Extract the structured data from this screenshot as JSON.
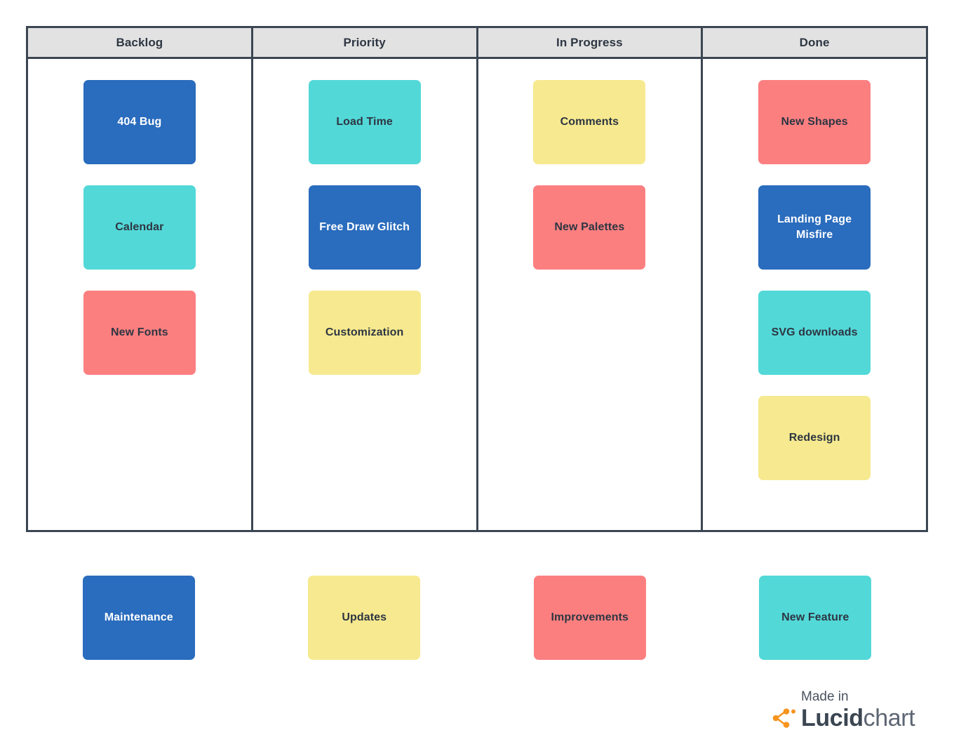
{
  "board": {
    "columns": [
      {
        "title": "Backlog",
        "cards": [
          {
            "label": "404 Bug",
            "color": "blue"
          },
          {
            "label": "Calendar",
            "color": "teal"
          },
          {
            "label": "New Fonts",
            "color": "salmon"
          }
        ]
      },
      {
        "title": "Priority",
        "cards": [
          {
            "label": "Load Time",
            "color": "teal"
          },
          {
            "label": "Free Draw Glitch",
            "color": "blue"
          },
          {
            "label": "Customization",
            "color": "yellow"
          }
        ]
      },
      {
        "title": "In Progress",
        "cards": [
          {
            "label": "Comments",
            "color": "yellow"
          },
          {
            "label": "New Palettes",
            "color": "salmon"
          }
        ]
      },
      {
        "title": "Done",
        "cards": [
          {
            "label": "New Shapes",
            "color": "salmon"
          },
          {
            "label": "Landing Page Misfire",
            "color": "blue"
          },
          {
            "label": "SVG downloads",
            "color": "teal"
          },
          {
            "label": "Redesign",
            "color": "yellow"
          }
        ]
      }
    ]
  },
  "legend": {
    "cards": [
      {
        "label": "Maintenance",
        "color": "blue"
      },
      {
        "label": "Updates",
        "color": "yellow"
      },
      {
        "label": "Improvements",
        "color": "salmon"
      },
      {
        "label": "New Feature",
        "color": "teal"
      }
    ]
  },
  "logo": {
    "made_in": "Made in",
    "brand_bold": "Lucid",
    "brand_light": "chart"
  },
  "colors": {
    "blue": "#2a6cbd",
    "teal": "#53d8d8",
    "salmon": "#fc7f80",
    "yellow": "#f7e98f",
    "border": "#3b4652",
    "header_bg": "#e2e2e2",
    "dark_text": "#2d3642",
    "logo_orange": "#f7941e"
  }
}
